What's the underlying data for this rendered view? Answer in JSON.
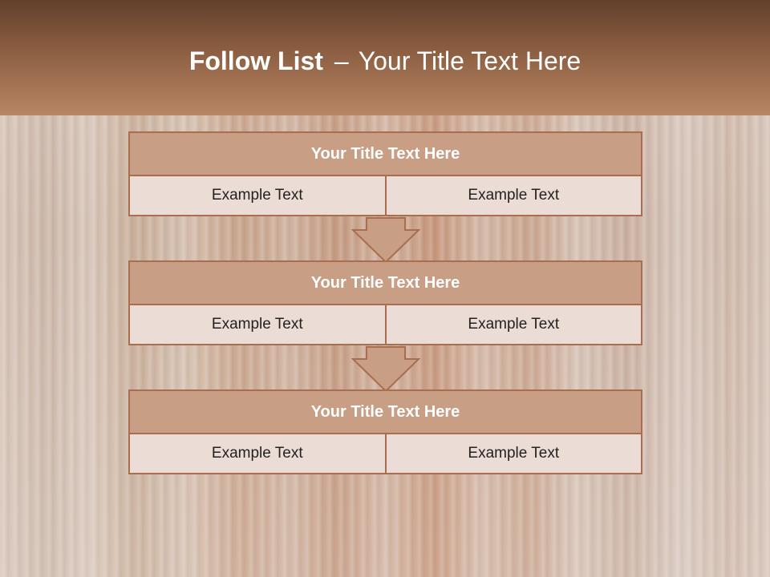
{
  "slide": {
    "title_bold": "Follow List",
    "title_separator": "–",
    "title_rest": "Your Title Text Here"
  },
  "steps": [
    {
      "title": "Your Title Text Here",
      "left": "Example Text",
      "right": "Example Text"
    },
    {
      "title": "Your Title Text Here",
      "left": "Example Text",
      "right": "Example Text"
    },
    {
      "title": "Your Title Text Here",
      "left": "Example Text",
      "right": "Example Text"
    }
  ],
  "colors": {
    "title_band_top": "#62402c",
    "title_band_bottom": "#b78664",
    "box_header": "#c89e85",
    "box_border": "#a86e4f",
    "box_body": "#ecdcd6",
    "arrow_fill": "#c89e85"
  },
  "icons": {
    "connector": "down-arrow-icon"
  }
}
